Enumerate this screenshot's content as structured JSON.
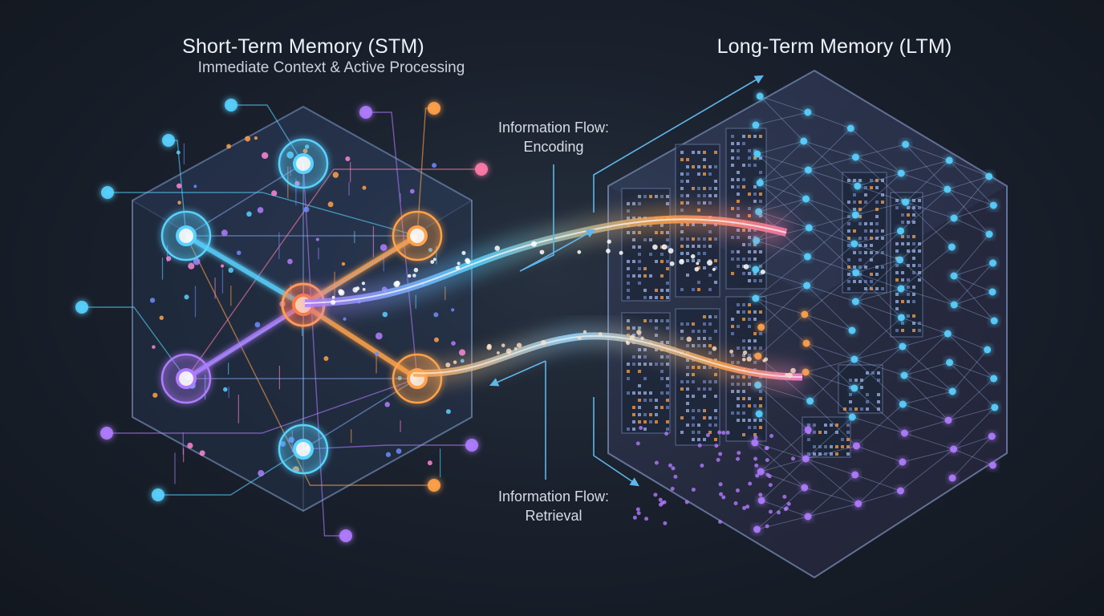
{
  "stm": {
    "title": "Short-Term Memory (STM)",
    "subtitle": "Immediate Context & Active Processing"
  },
  "ltm": {
    "title": "Long-Term Memory (LTM)"
  },
  "encoding": {
    "line1": "Information Flow:",
    "line2": "Encoding"
  },
  "retrieval": {
    "line1": "Information Flow:",
    "line2": "Retrieval"
  },
  "colors": {
    "background": "#1a212d",
    "cyan": "#59d2ff",
    "blue": "#6d8cff",
    "violet": "#b07cff",
    "orange": "#ffa24a",
    "pink": "#ff86d8"
  }
}
